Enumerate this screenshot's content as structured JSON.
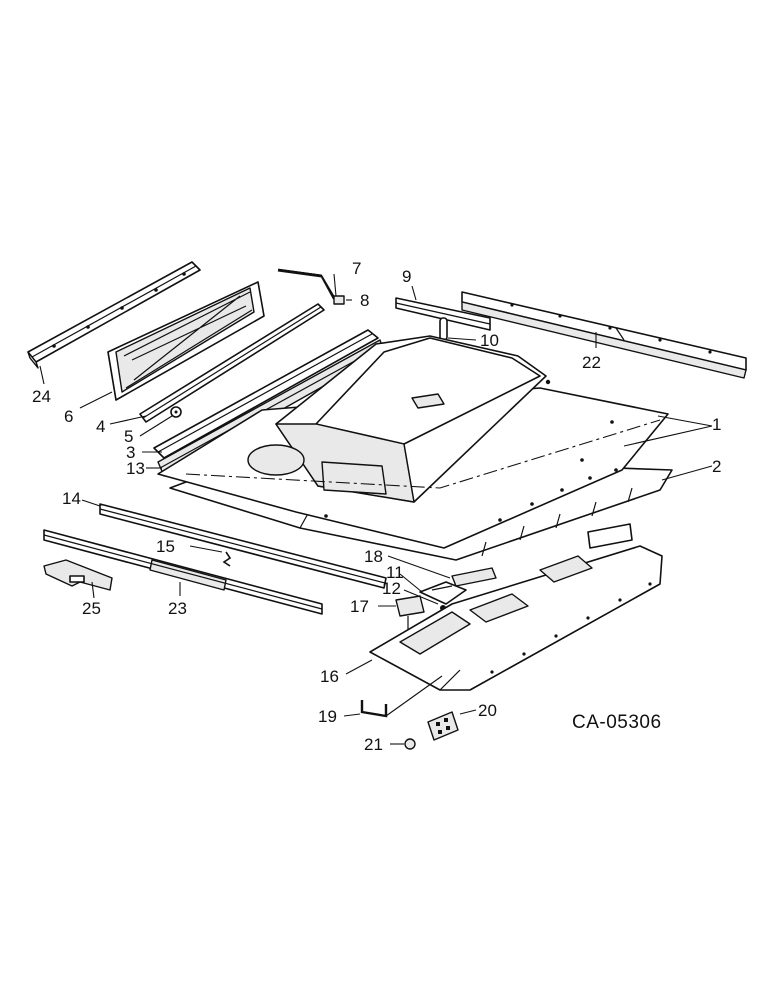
{
  "drawing": {
    "code": "CA-05306",
    "callouts": [
      "1",
      "2",
      "3",
      "4",
      "5",
      "6",
      "7",
      "8",
      "9",
      "10",
      "11",
      "12",
      "13",
      "14",
      "15",
      "16",
      "17",
      "18",
      "19",
      "20",
      "21",
      "22",
      "23",
      "24",
      "25"
    ]
  }
}
